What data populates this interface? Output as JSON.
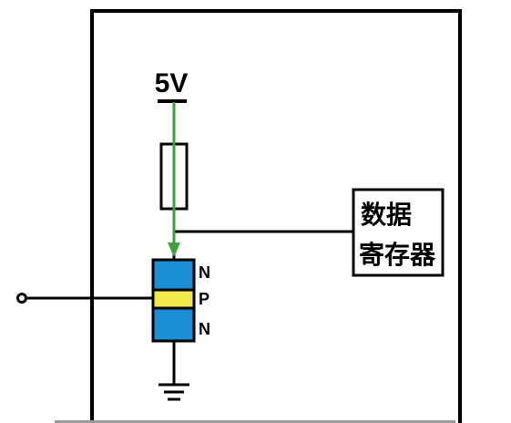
{
  "supply": {
    "label": "5V"
  },
  "register": {
    "line1": "数据",
    "line2": "寄存器"
  },
  "transistor": {
    "top_layer": "N",
    "middle_layer": "P",
    "bottom_layer": "N"
  },
  "colors": {
    "outline": "#000000",
    "background": "#ffffff",
    "current_arrow": "#3aa33a",
    "n_region": "#1a8fd6",
    "p_region": "#f3e84a",
    "bottom_edge": "#9a9a9a"
  }
}
